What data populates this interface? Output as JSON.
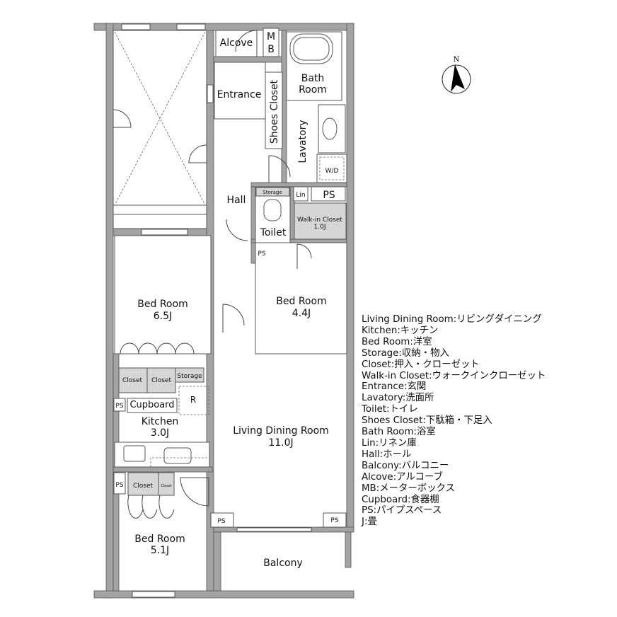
{
  "rooms": {
    "alcove": "Alcove",
    "mb_1": "M",
    "mb_2": "B",
    "bath_1": "Bath",
    "bath_2": "Room",
    "entrance": "Entrance",
    "shoes_closet": "Shoes Closet",
    "lavatory": "Lavatory",
    "wd": "W/D",
    "hall": "Hall",
    "storage_toilet": "Storage",
    "lin": "Lin",
    "ps_top": "PS",
    "walkin": "Walk-in Closet",
    "walkin_size": "1.0J",
    "toilet": "Toilet",
    "ps_toilet": "PS",
    "bed1": "Bed Room",
    "bed1_size": "6.5J",
    "bed2": "Bed Room",
    "bed2_size": "4.4J",
    "closet_a": "Closet",
    "closet_b": "Closet",
    "storage_bed": "Storage",
    "ps_kitchen": "PS",
    "cupboard": "Cupboard",
    "fridge": "R",
    "kitchen": "Kitchen",
    "kitchen_size": "3.0J",
    "ps_bed3": "PS",
    "closet_c": "Closet",
    "closet_d": "Closet",
    "bed3": "Bed Room",
    "bed3_size": "5.1J",
    "ldr": "Living Dining Room",
    "ldr_size": "11.0J",
    "ps_ldr_left": "PS",
    "ps_ldr_right": "PS",
    "balcony": "Balcony"
  },
  "compass": {
    "label": "N",
    "icon": "north-arrow-icon"
  },
  "legend": [
    "Living Dining Room:リビングダイニング",
    "Kitchen:キッチン",
    "Bed Room:洋室",
    "Storage:収納・物入",
    "Closet:押入・クローゼット",
    "Walk-in Closet:ウォークインクローゼット",
    "Entrance:玄関",
    "Lavatory:洗面所",
    "Toilet:トイレ",
    "Shoes Closet:下駄箱・下足入",
    "Bath Room:浴室",
    "Lin:リネン庫",
    "Hall:ホール",
    "Balcony:バルコニー",
    "Alcove:アルコーブ",
    "MB:メーターボックス",
    "Cupboard:食器棚",
    "PS:パイプスペース",
    "J:畳"
  ],
  "colors": {
    "wall": "#a3a3a3",
    "storage_fill": "#d6d6d6"
  }
}
